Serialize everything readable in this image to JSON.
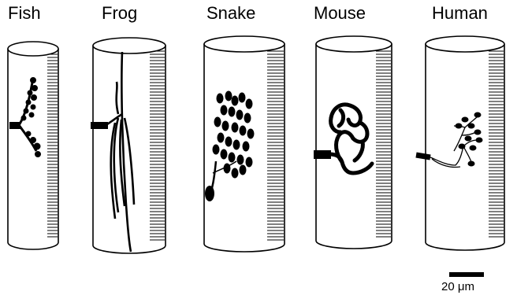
{
  "panels": [
    {
      "label": "Fish"
    },
    {
      "label": "Frog"
    },
    {
      "label": "Snake"
    },
    {
      "label": "Mouse"
    },
    {
      "label": "Human"
    }
  ],
  "scale_bar": {
    "label": "20 μm"
  },
  "colors": {
    "ink": "#000000",
    "fill": "#ffffff"
  }
}
